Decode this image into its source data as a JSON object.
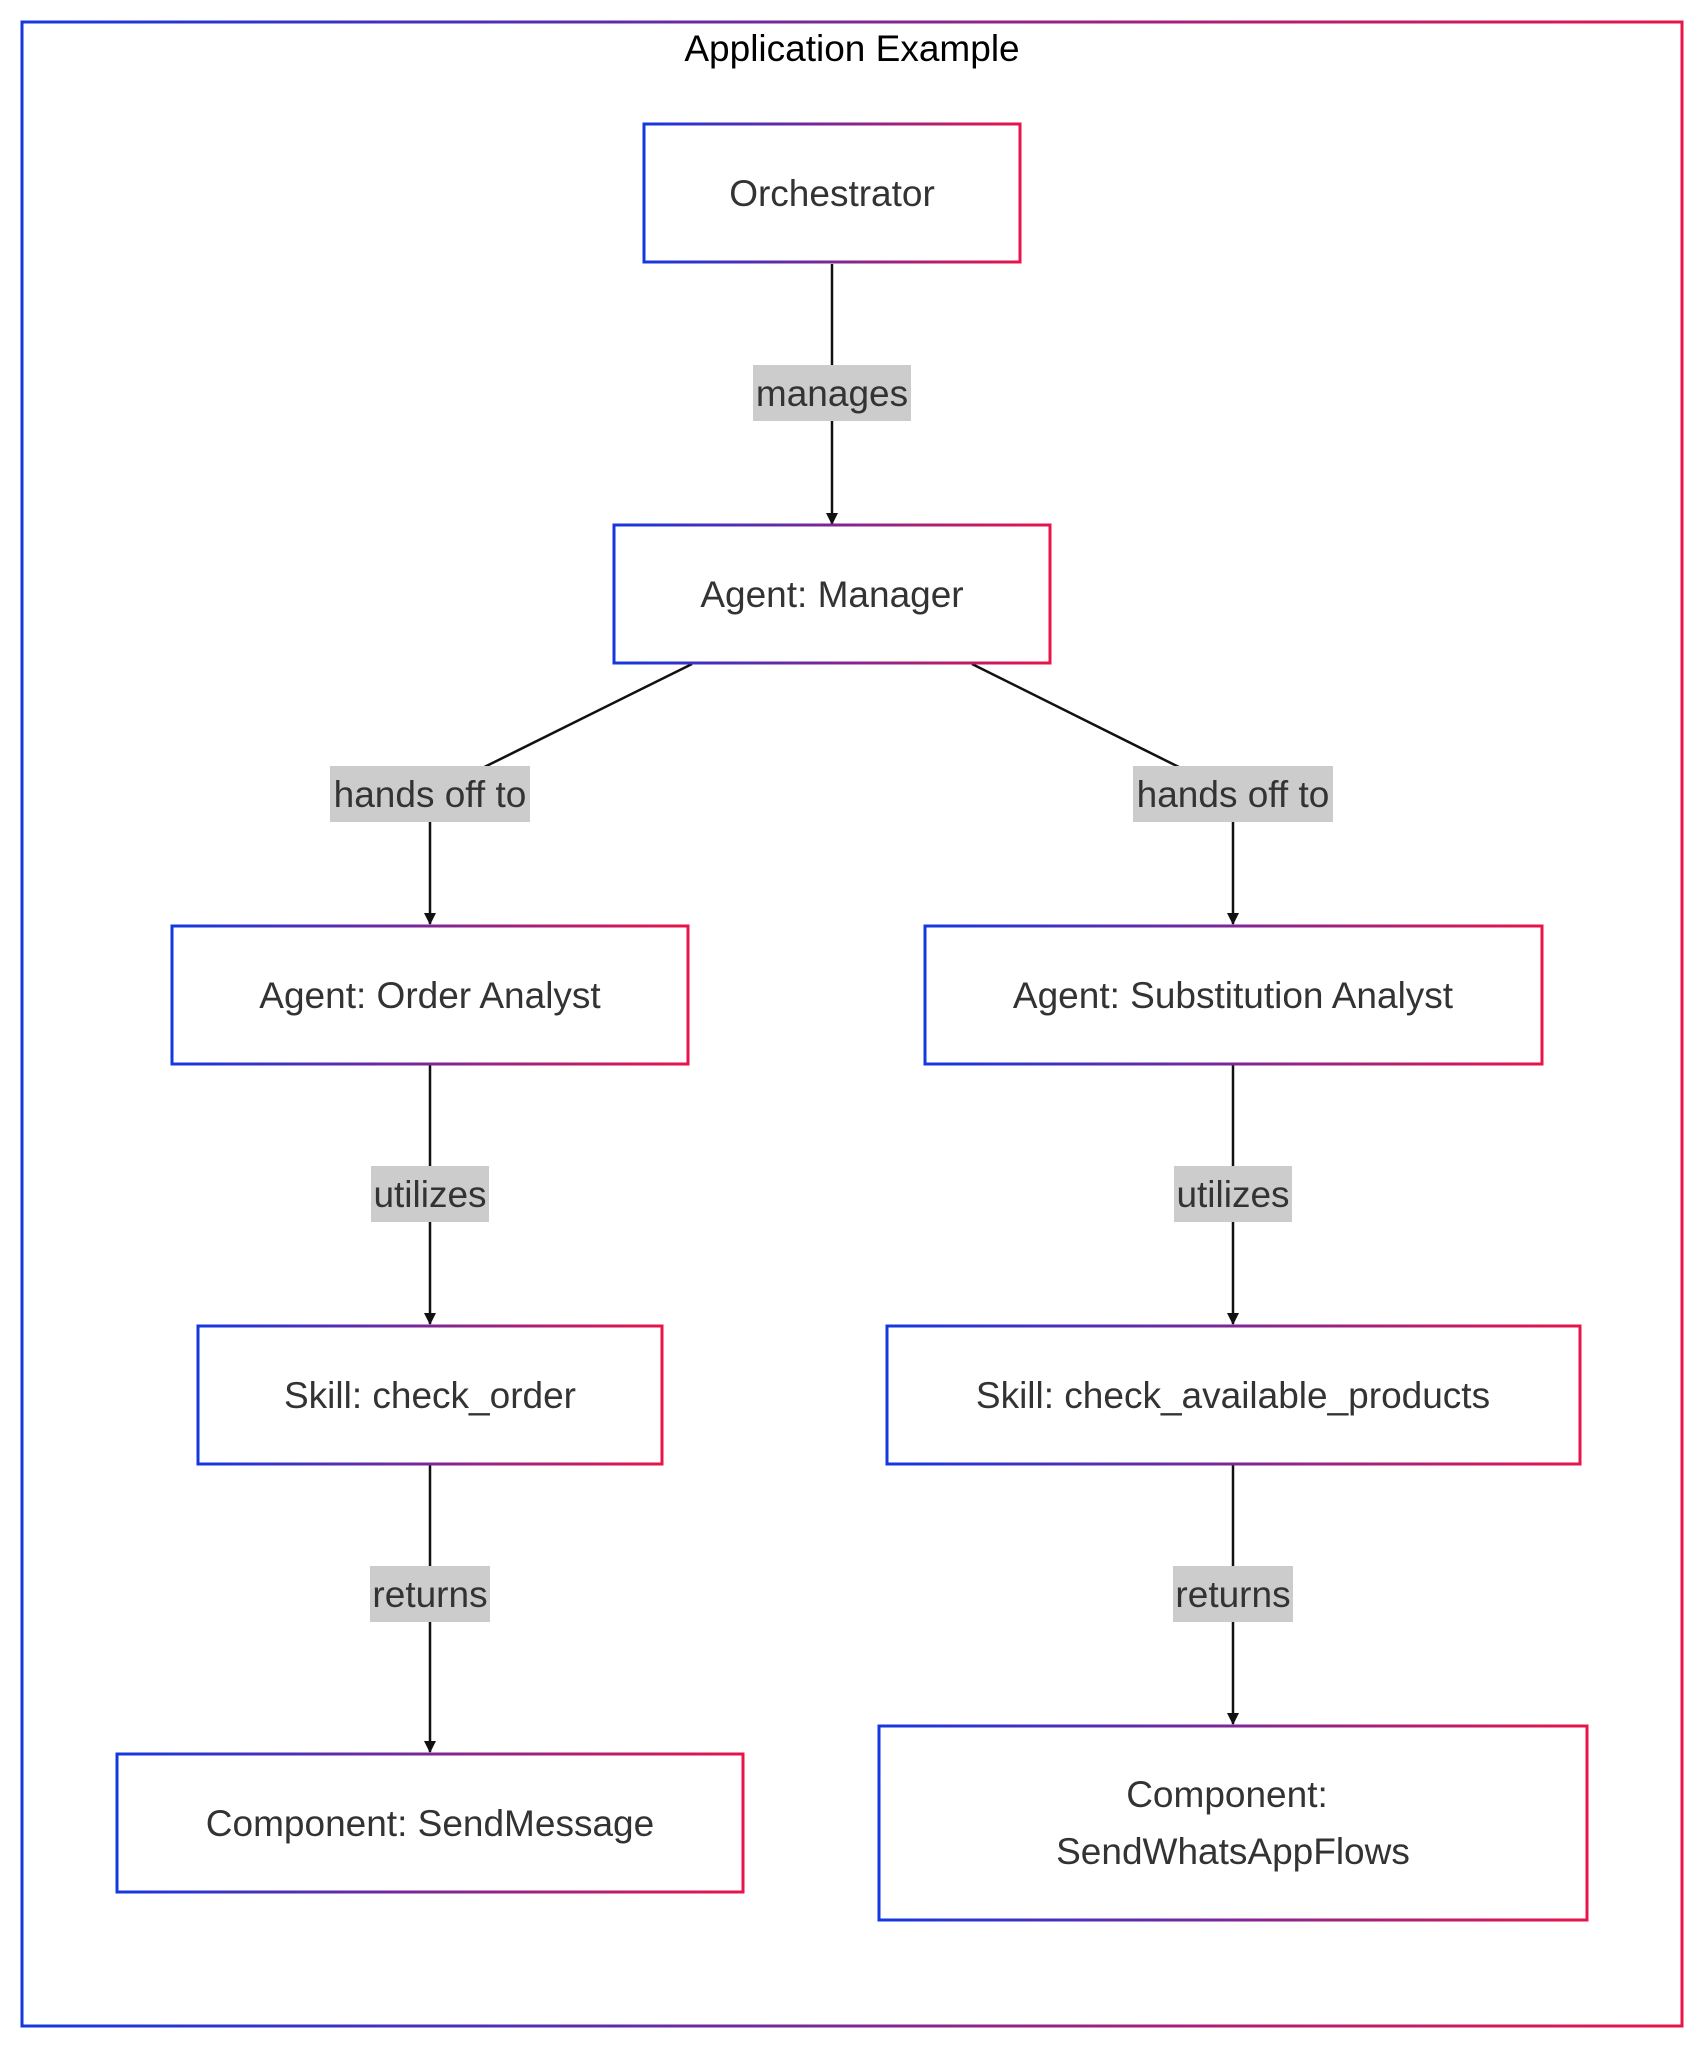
{
  "title": "Application Example",
  "colors": {
    "gradient_start": "#1438e0",
    "gradient_end": "#e8144a",
    "edge_label_bg": "#cccccc",
    "edge_line": "#111111",
    "text": "#333333"
  },
  "nodes": {
    "orchestrator": "Orchestrator",
    "manager": "Agent: Manager",
    "order_analyst": "Agent: Order Analyst",
    "substitution_analyst": "Agent: Substitution Analyst",
    "check_order": "Skill: check_order",
    "check_available_products": "Skill: check_available_products",
    "send_message": "Component: SendMessage",
    "send_whatsapp_flows": [
      "Component:",
      "SendWhatsAppFlows"
    ]
  },
  "edges": {
    "orchestrator_manager": "manages",
    "manager_order": "hands off to",
    "manager_substitution": "hands off to",
    "order_skill": "utilizes",
    "substitution_skill": "utilizes",
    "check_order_component": "returns",
    "check_products_component": "returns"
  }
}
